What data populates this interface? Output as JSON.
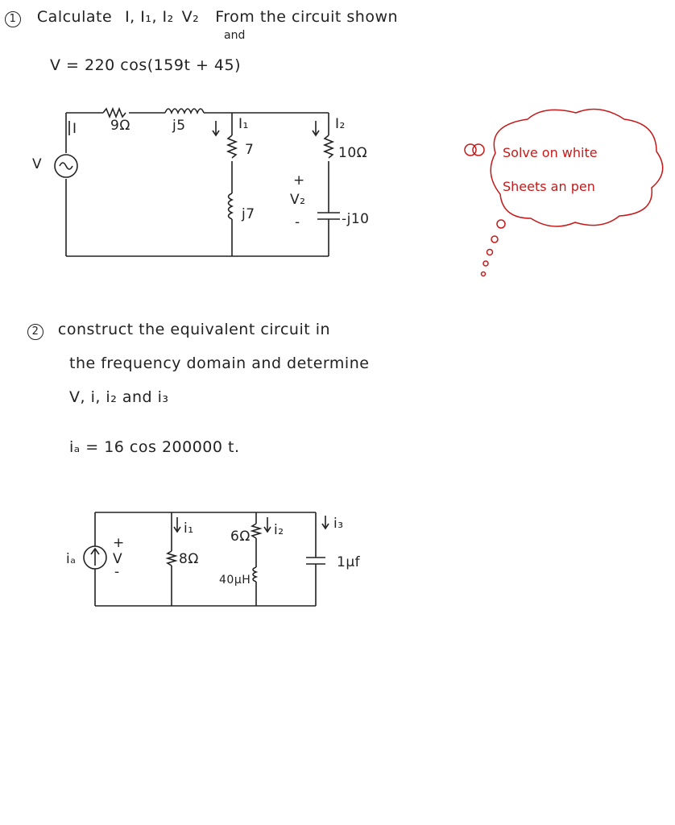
{
  "problem1": {
    "number": "1",
    "text_a": "Calculate",
    "vars": "I, I₁, I₂",
    "v2": "V₂",
    "and": "and",
    "text_b": "From the circuit shown",
    "voltage_eq": "V = 220 cos(159t + 45)"
  },
  "circuit1": {
    "source_label": "V",
    "current_label": "I",
    "r1": "9Ω",
    "l1": "j5",
    "branch1_current": "I₁",
    "r2": "7",
    "l2": "j7",
    "branch2_current": "I₂",
    "r3": "10Ω",
    "c1": "-j10",
    "v2_label": "V₂",
    "plus": "+",
    "minus": "-"
  },
  "note": {
    "line1": "Solve on white",
    "line2": "Sheets an pen"
  },
  "problem2": {
    "number": "2",
    "line1": "construct the equivalent circuit in",
    "line2": "the frequency domain and determine",
    "line3": "V, i, i₂ and i₃",
    "source_eq": "iₐ = 16 cos 200000 t."
  },
  "circuit2": {
    "source_label": "iₐ",
    "v_label": "V",
    "plus": "+",
    "minus": "-",
    "i1": "i₁",
    "r1": "8Ω",
    "r2": "6Ω",
    "i2": "i₂",
    "l1": "40μH",
    "i3": "i₃",
    "c1": "1μf"
  }
}
